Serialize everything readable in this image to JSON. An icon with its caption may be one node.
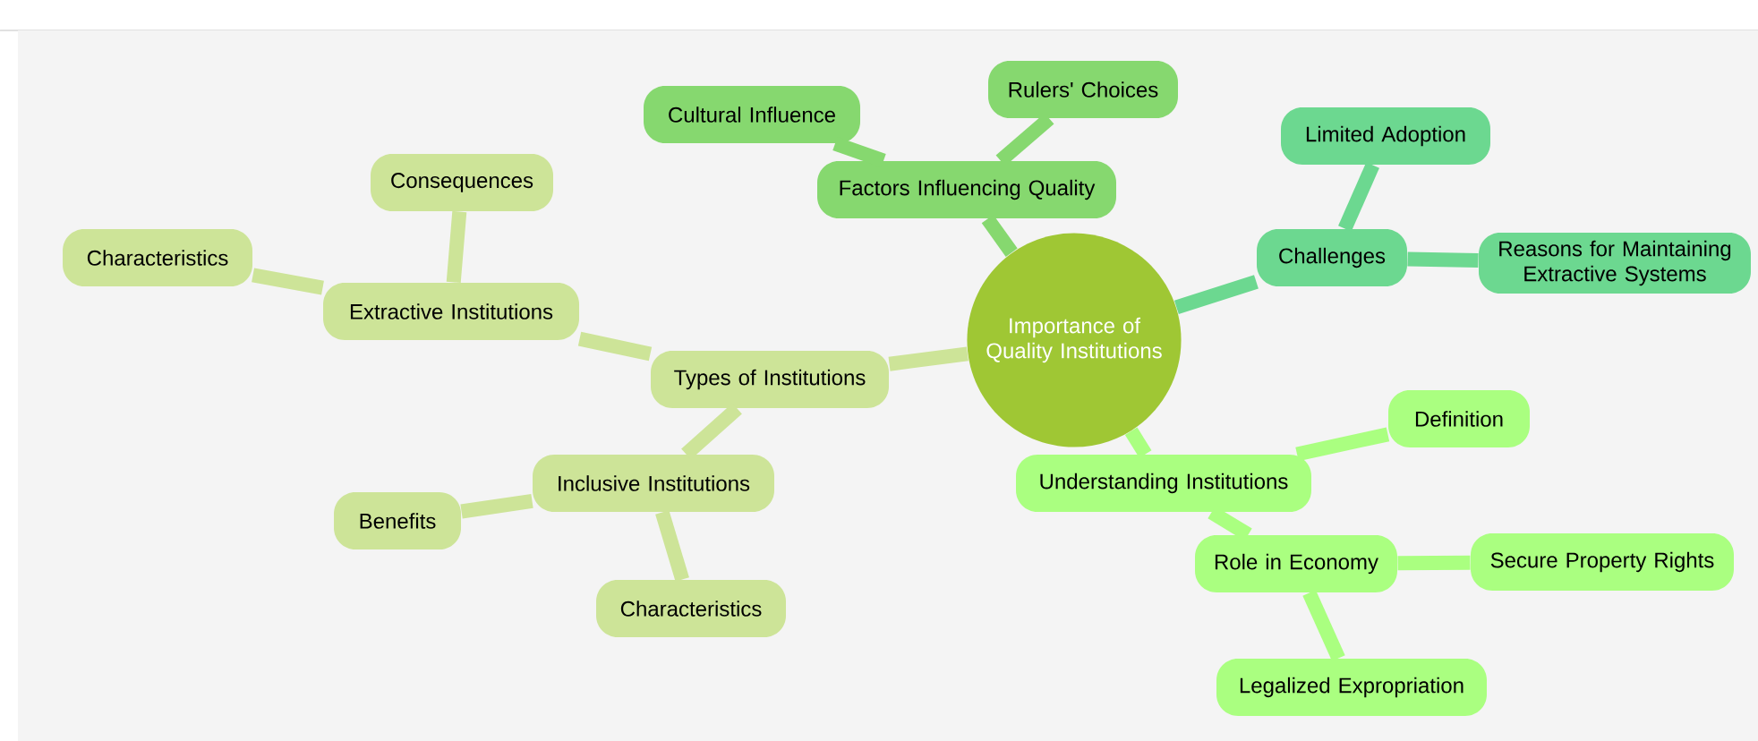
{
  "diagram": {
    "nodes": [
      {
        "text": [
          "Importance of Quality Institutions"
        ]
      },
      {
        "text": [
          "Factors Influencing Quality"
        ]
      },
      {
        "text": [
          "Cultural Influence"
        ]
      },
      {
        "text": [
          "Rulers' Choices"
        ]
      },
      {
        "text": [
          "Challenges"
        ]
      },
      {
        "text": [
          "Limited Adoption"
        ]
      },
      {
        "text": [
          "Reasons for Maintaining Extractive Systems"
        ]
      },
      {
        "text": [
          "Understanding Institutions"
        ]
      },
      {
        "text": [
          "Definition"
        ]
      },
      {
        "text": [
          "Role in Economy"
        ]
      },
      {
        "text": [
          "Secure Property Rights"
        ]
      },
      {
        "text": [
          "Legalized Expropriation"
        ]
      },
      {
        "text": [
          "Types of Institutions"
        ]
      },
      {
        "text": [
          "Extractive Institutions"
        ]
      },
      {
        "text": [
          "Consequences"
        ]
      },
      {
        "text": [
          "Characteristics"
        ]
      },
      {
        "text": [
          "Inclusive Institutions"
        ]
      },
      {
        "text": [
          "Benefits"
        ]
      },
      {
        "text": [
          "Characteristics"
        ]
      }
    ],
    "edges": [
      {
        "from": 0,
        "to": 1,
        "arrow": "none",
        "color": "#86d86f"
      },
      {
        "from": 1,
        "to": 2,
        "arrow": "none",
        "color": "#86d86f"
      },
      {
        "from": 1,
        "to": 3,
        "arrow": "none",
        "color": "#86d86f"
      },
      {
        "from": 0,
        "to": 4,
        "arrow": "none",
        "color": "#6cd890"
      },
      {
        "from": 4,
        "to": 5,
        "arrow": "none",
        "color": "#6cd890"
      },
      {
        "from": 4,
        "to": 6,
        "arrow": "none",
        "color": "#6cd890"
      },
      {
        "from": 0,
        "to": 7,
        "arrow": "none",
        "color": "#aaff80"
      },
      {
        "from": 7,
        "to": 8,
        "arrow": "none",
        "color": "#aaff80"
      },
      {
        "from": 7,
        "to": 9,
        "arrow": "none",
        "color": "#aaff80"
      },
      {
        "from": 9,
        "to": 10,
        "arrow": "none",
        "color": "#aaff80"
      },
      {
        "from": 9,
        "to": 11,
        "arrow": "none",
        "color": "#aaff80"
      },
      {
        "from": 0,
        "to": 12,
        "arrow": "none"
      },
      {
        "from": 12,
        "to": 13,
        "arrow": "none"
      },
      {
        "from": 13,
        "to": 14,
        "arrow": "none"
      },
      {
        "from": 13,
        "to": 15,
        "arrow": "none"
      },
      {
        "from": 12,
        "to": 16,
        "arrow": "none"
      },
      {
        "from": 16,
        "to": 17,
        "arrow": "none"
      },
      {
        "from": 16,
        "to": 18,
        "arrow": "none"
      }
    ]
  }
}
